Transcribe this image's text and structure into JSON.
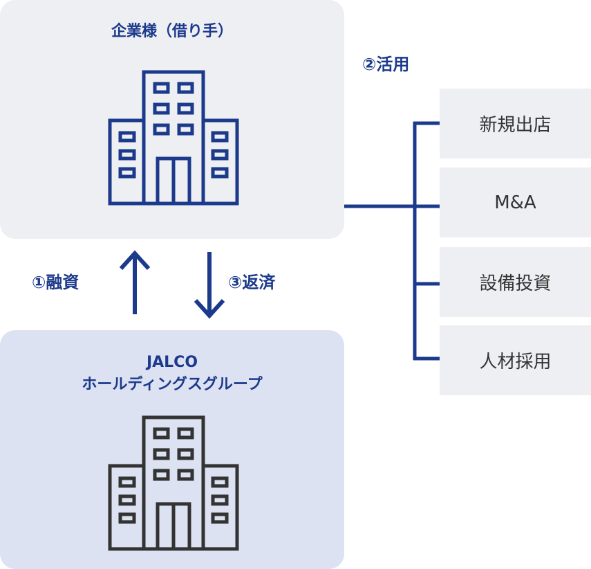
{
  "company": {
    "title": "企業様（借り手）"
  },
  "jalco": {
    "title_line1": "JALCO",
    "title_line2": "ホールディングスグループ"
  },
  "flows": {
    "financing": "①融資",
    "use": "②活用",
    "repayment": "③返済"
  },
  "uses": [
    {
      "label": "新規出店"
    },
    {
      "label": "M&A"
    },
    {
      "label": "設備投資"
    },
    {
      "label": "人材採用"
    }
  ],
  "colors": {
    "accent": "#1c3a8c",
    "company_bg": "#eeeff2",
    "jalco_bg": "#dde2f2",
    "jalco_icon": "#333333",
    "item_bg": "#eeeff2"
  }
}
